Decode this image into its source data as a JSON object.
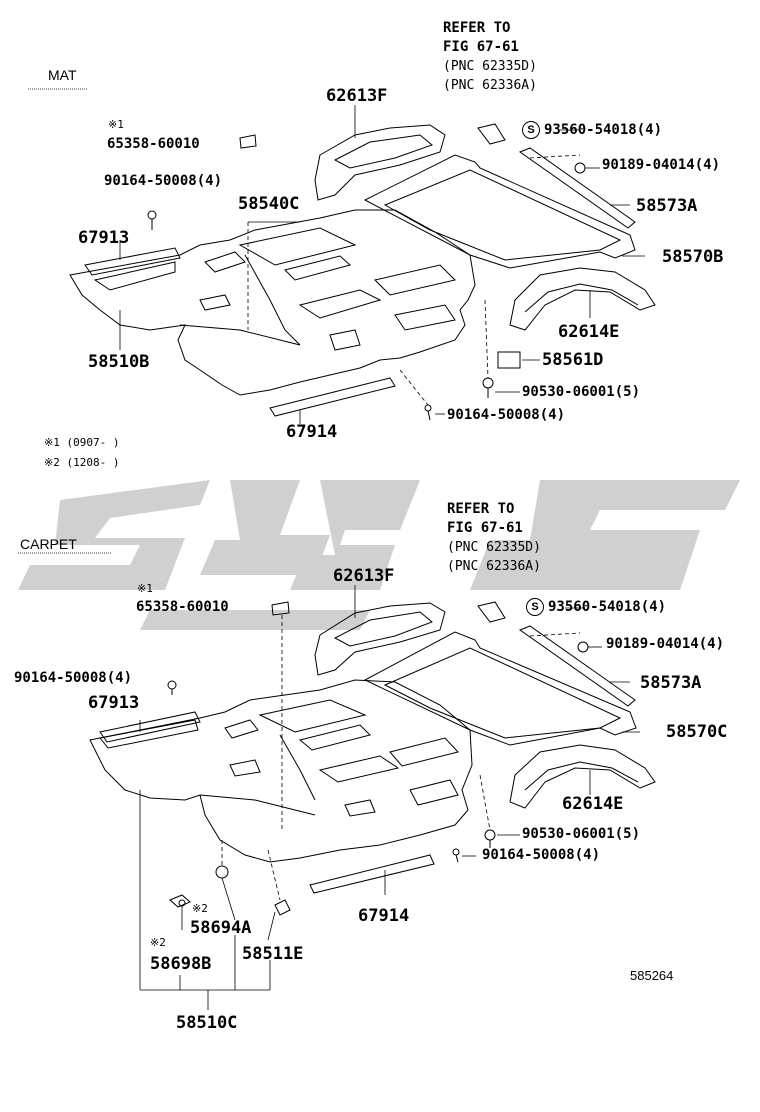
{
  "sections": {
    "mat": "MAT",
    "carpet": "CARPET"
  },
  "notes": {
    "note1": "※1 (0907-     )",
    "note2": "※2 (1208-     )"
  },
  "mark1": "※1",
  "mark2": "※2",
  "refer": {
    "line1": "REFER TO",
    "line2": "FIG 67-61",
    "line3": "(PNC 62335D)",
    "line4": "(PNC 62336A)"
  },
  "s_symbol": "S",
  "mat_parts": {
    "p62613f": "62613F",
    "p65358": "65358-60010",
    "p90164a": "90164-50008(4)",
    "p58540c": "58540C",
    "p67913": "67913",
    "p58510b": "58510B",
    "p67914": "67914",
    "p90164b": "90164-50008(4)",
    "p93560": "93560-54018(4)",
    "p90189": "90189-04014(4)",
    "p58573a": "58573A",
    "p58570b": "58570B",
    "p62614e": "62614E",
    "p58561d": "58561D",
    "p90530": "90530-06001(5)"
  },
  "carpet_parts": {
    "p62613f": "62613F",
    "p65358": "65358-60010",
    "p90164a": "90164-50008(4)",
    "p67913": "67913",
    "p93560": "93560-54018(4)",
    "p90189": "90189-04014(4)",
    "p58573a": "58573A",
    "p58570c": "58570C",
    "p62614e": "62614E",
    "p90530": "90530-06001(5)",
    "p90164b": "90164-50008(4)",
    "p67914": "67914",
    "p58694a": "58694A",
    "p58511e": "58511E",
    "p58698b": "58698B",
    "p58510c": "58510C"
  },
  "illustration_id": "585264"
}
